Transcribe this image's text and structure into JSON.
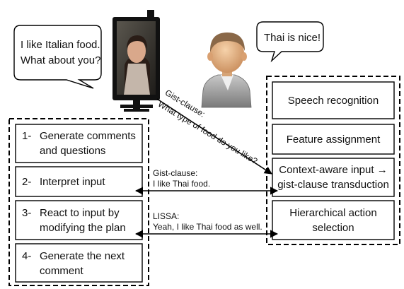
{
  "bubbles": {
    "agent_speech": [
      "I like Italian food.",
      "What about you?"
    ],
    "user_speech": "Thai is nice!"
  },
  "dialogue_manager_steps": [
    {
      "number": "1-",
      "lines": [
        "Generate comments",
        "and questions"
      ]
    },
    {
      "number": "2-",
      "lines": [
        "Interpret input"
      ]
    },
    {
      "number": "3-",
      "lines": [
        "React to input by",
        "modifying the plan"
      ]
    },
    {
      "number": "4-",
      "lines": [
        "Generate the next",
        "comment"
      ]
    }
  ],
  "pipeline_steps": [
    [
      "Speech recognition"
    ],
    [
      "Feature assignment"
    ],
    [
      "Context-aware input →",
      "gist-clause transduction"
    ],
    [
      "Hierarchical action",
      "selection"
    ]
  ],
  "diagonal_message": {
    "line1": "Gist-clause:",
    "line2": "What type of food do you like?"
  },
  "arrow_messages": [
    {
      "line1": "Gist-clause:",
      "line2": "I like Thai food."
    },
    {
      "line1": "LISSA:",
      "line2": "Yeah, I like Thai food as well."
    }
  ],
  "colors": {
    "line": "#000000",
    "bubble_fill": "#ffffff",
    "screen_frame": "#111111",
    "screen_bg": "#3a3a36",
    "face": "#d9a88b",
    "hair": "#2a1d17",
    "user_head": "#e7bb8e",
    "user_hair": "#8a6848",
    "user_shirt": "#9a9a9a"
  },
  "icons": [
    "video-screen-agent-icon",
    "user-avatar-icon"
  ]
}
